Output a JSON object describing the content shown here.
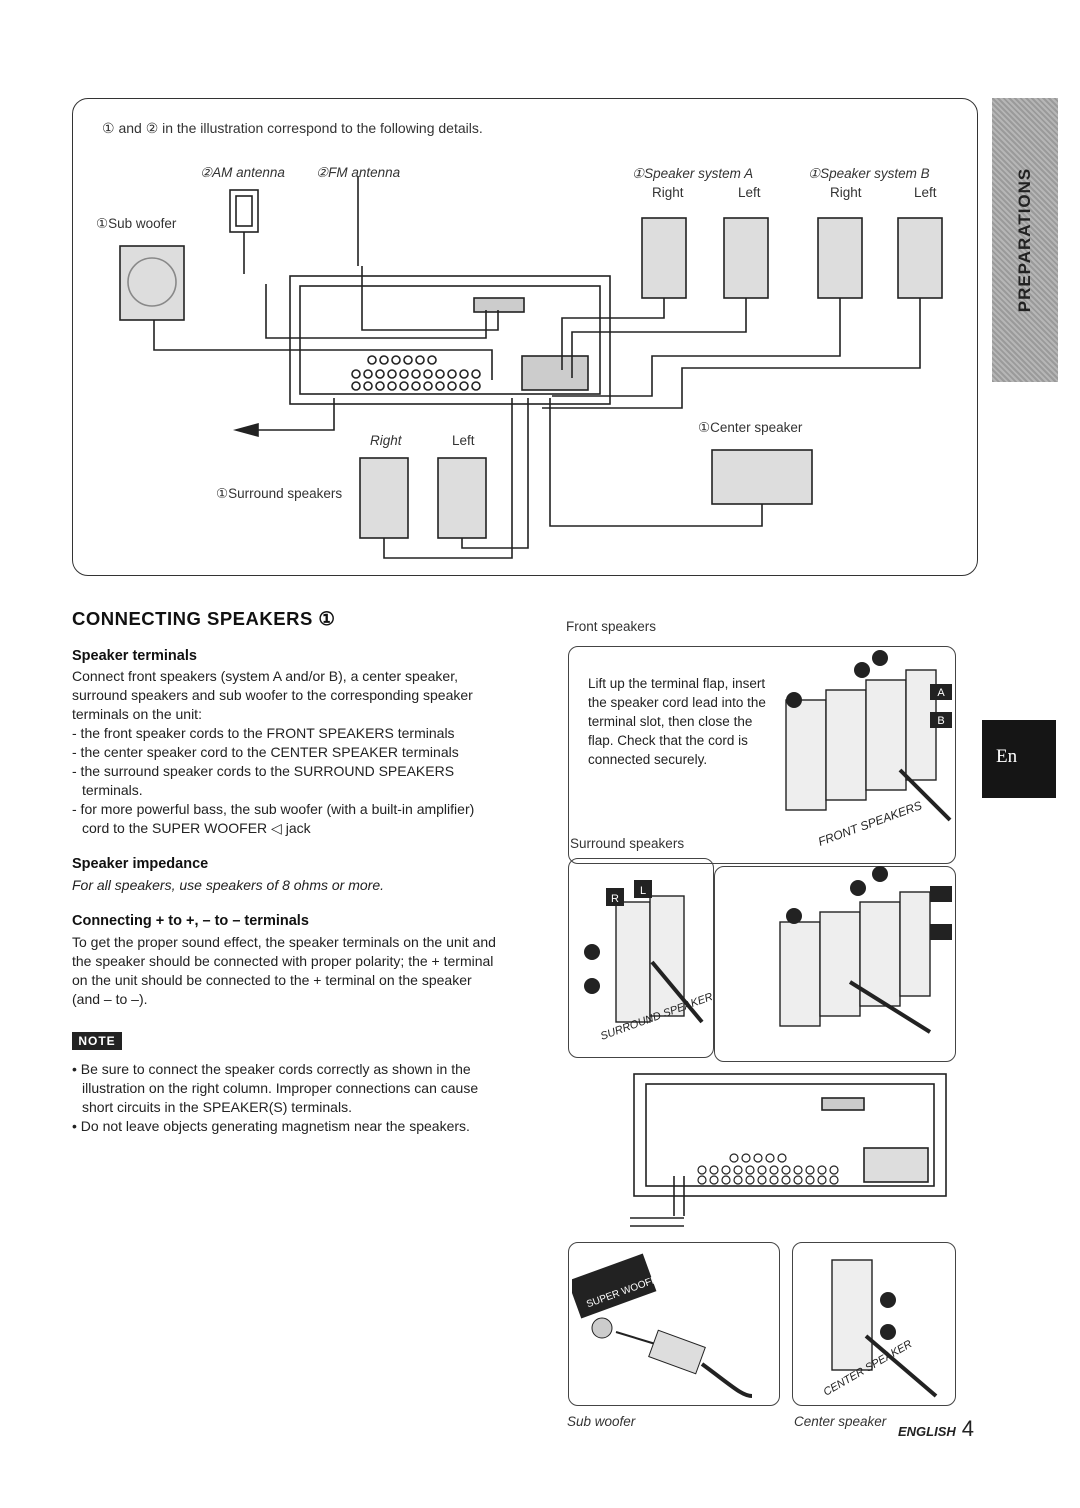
{
  "top_diagram": {
    "caption": "① and ② in the illustration correspond to the following details.",
    "am_antenna": "②AM antenna",
    "fm_antenna": "②FM antenna",
    "sub_woofer": "①Sub woofer",
    "speaker_system_a": "①Speaker system A",
    "speaker_system_b": "①Speaker system B",
    "right": "Right",
    "left": "Left",
    "center_speaker": "①Center speaker",
    "surround_speakers": "①Surround speakers"
  },
  "side_tabs": {
    "preparations": "PREPARATIONS",
    "language": "En"
  },
  "section": {
    "title": "CONNECTING SPEAKERS ①",
    "speaker_terminals": {
      "heading": "Speaker terminals",
      "intro": "Connect front speakers (system A and/or B), a center speaker, surround speakers and sub woofer to the corresponding speaker terminals on the unit:",
      "items": [
        "- the front speaker cords to the FRONT SPEAKERS terminals",
        "- the center speaker cord to the CENTER SPEAKER terminals",
        "- the surround speaker cords to the SURROUND SPEAKERS terminals.",
        "- for more powerful bass, the sub woofer (with a built-in amplifier) cord to the SUPER WOOFER ◁ jack"
      ]
    },
    "speaker_impedance": {
      "heading": "Speaker impedance",
      "text": "For all speakers, use speakers of 8 ohms or more."
    },
    "polarity": {
      "heading": "Connecting + to +, – to – terminals",
      "text": "To get the proper sound effect, the speaker terminals on the unit and the speaker should be connected with proper polarity; the + terminal on the unit should be connected to the + terminal on the speaker (and – to –)."
    },
    "note": {
      "badge": "NOTE",
      "items": [
        "• Be sure to connect the speaker cords correctly as shown in the illustration on the right column. Improper connections can cause short circuits in the SPEAKER(S) terminals.",
        "• Do not leave objects generating magnetism near the speakers."
      ]
    }
  },
  "right_column": {
    "front_speakers": "Front speakers",
    "instruction": "Lift up the terminal flap, insert the speaker cord lead into the terminal slot, then close the flap. Check that the cord is connected securely.",
    "surround_speakers": "Surround speakers",
    "sub_woofer": "Sub woofer",
    "center_speaker": "Center speaker",
    "labels": {
      "a": "A",
      "b": "B",
      "r": "R",
      "l": "L",
      "front_speakers_mark": "FRONT SPEAKERS",
      "surround_speakers_mark": "SURROUND SPEAKERS",
      "super_woofer_mark": "SUPER WOOFER◁",
      "center_speaker_mark": "CENTER SPEAKER"
    }
  },
  "footer": {
    "language": "ENGLISH",
    "page": "4"
  }
}
